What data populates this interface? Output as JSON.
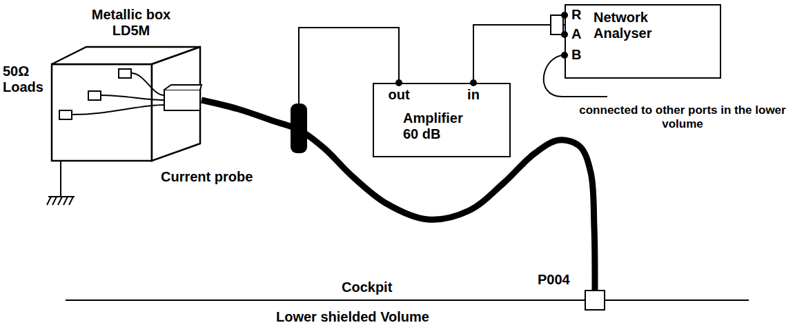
{
  "diagram": {
    "nodes": [
      {
        "text": [
          "Metallic box LD5M"
        ]
      },
      {
        "text": [
          "Current probe"
        ]
      },
      {
        "text": [
          "out",
          "in",
          "Amplifier 60 dB"
        ]
      },
      {
        "text": [
          "R",
          "A",
          "B",
          "Network Analyser"
        ]
      },
      {
        "text": [
          "P004"
        ]
      }
    ],
    "edges": [
      {
        "from": 0,
        "to": 4,
        "arrow": "none"
      },
      {
        "from": 2,
        "to": 1,
        "arrow": "none"
      },
      {
        "from": 3,
        "to": 2,
        "arrow": "none"
      }
    ],
    "labels": [
      "50Ω Loads",
      "connected to other ports in the lower volume",
      "Cockpit",
      "Lower shielded Volume"
    ]
  }
}
